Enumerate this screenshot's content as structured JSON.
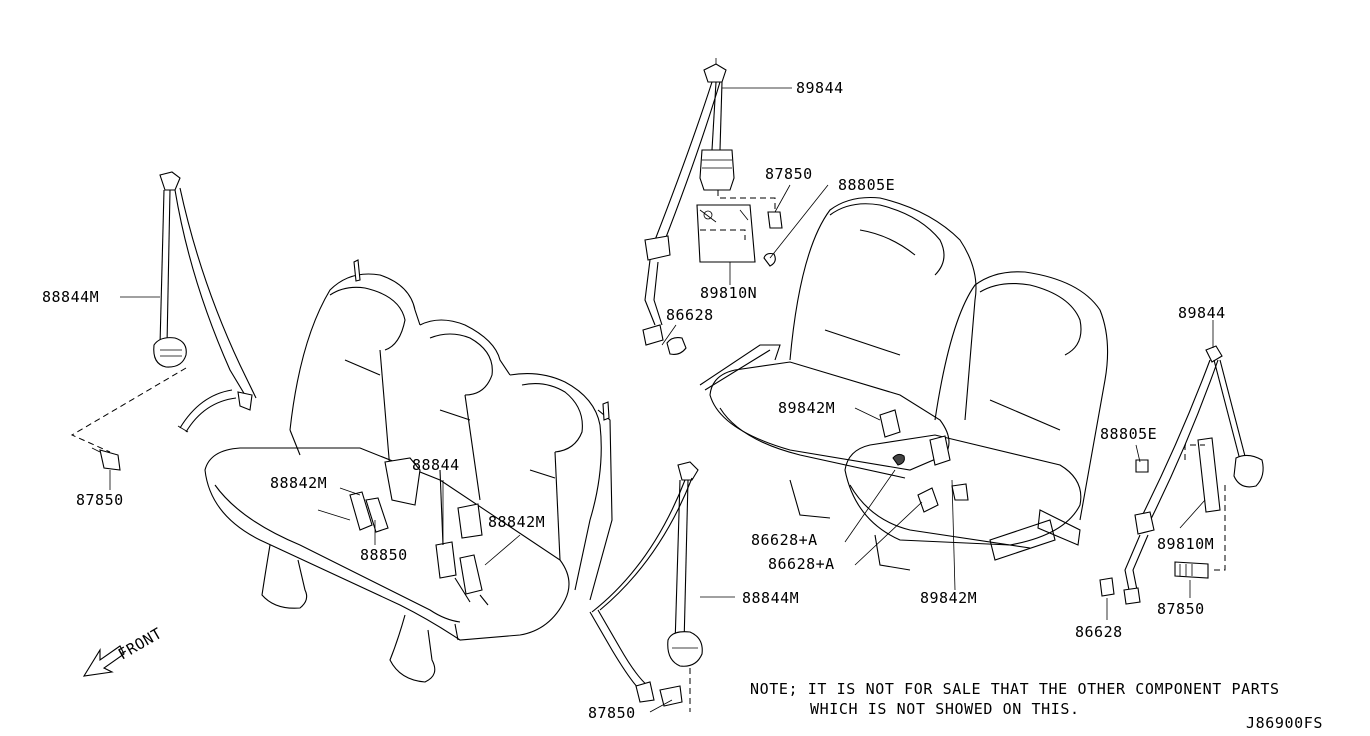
{
  "labels": {
    "l88844M_left": "88844M",
    "l87850_left": "87850",
    "l88842M_a": "88842M",
    "l88844_center": "88844",
    "l88842M_b": "88842M",
    "l88850": "88850",
    "l89844_top": "89844",
    "l87850_top": "87850",
    "l88805E_top": "88805E",
    "l89810N": "89810N",
    "l86628_top": "86628",
    "l89842M_a": "89842M",
    "l86628A_a": "86628+A",
    "l86628A_b": "86628+A",
    "l89842M_b": "89842M",
    "l88844M_bottom": "88844M",
    "l87850_bottom": "87850",
    "l89844_right": "89844",
    "l88805E_right": "88805E",
    "l89810M": "89810M",
    "l87850_right": "87850",
    "l86628_right": "86628",
    "front": "FRONT"
  },
  "note": {
    "line1": "NOTE; IT IS NOT FOR SALE THAT THE OTHER COMPONENT PARTS",
    "line2": "WHICH IS NOT SHOWED ON THIS."
  },
  "diagram_code": "J86900FS"
}
